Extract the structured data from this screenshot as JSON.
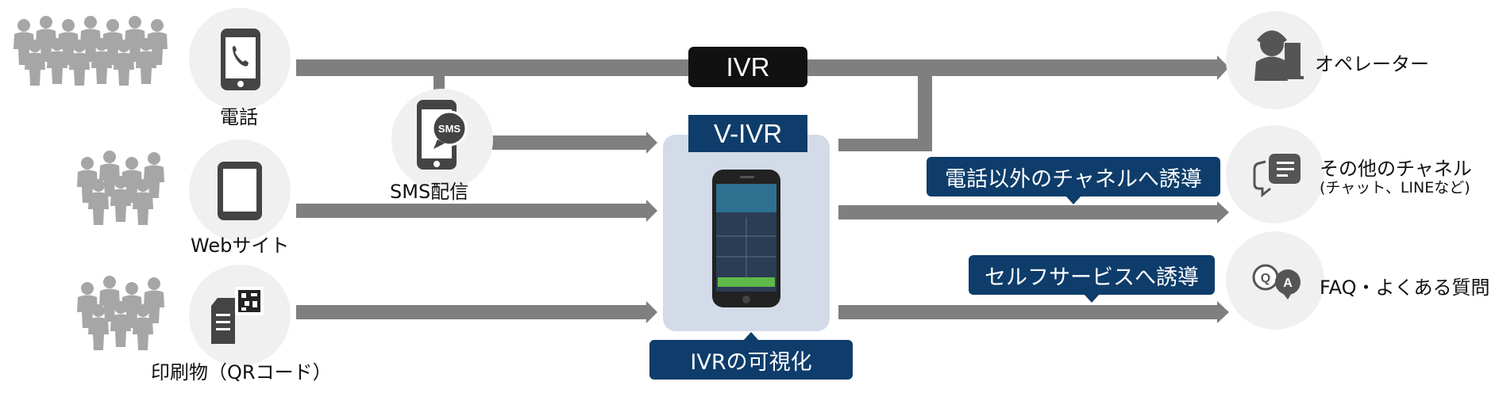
{
  "sources": {
    "phone_label": "電話",
    "web_label": "Webサイト",
    "print_label": "印刷物（QRコード）",
    "sms_label": "SMS配信",
    "sms_icon_text": "SMS"
  },
  "center": {
    "ivr_label": "IVR",
    "vivr_label": "V-IVR",
    "visualize_label": "IVRの可視化"
  },
  "guides": {
    "other_channel": "電話以外のチャネルへ誘導",
    "self_service": "セルフサービスへ誘導"
  },
  "destinations": {
    "operator": "オペレーター",
    "other_channels": "その他のチャネル",
    "other_channels_sub": "(チャット、LINEなど)",
    "faq": "FAQ・よくある質問",
    "qa_q": "Q",
    "qa_a": "A"
  },
  "colors": {
    "flow": "#7f7f7f",
    "navy": "#0e3d6b",
    "panel": "#d3dbe9",
    "circle": "#f0f0f0",
    "people": "#a6a6a6"
  }
}
